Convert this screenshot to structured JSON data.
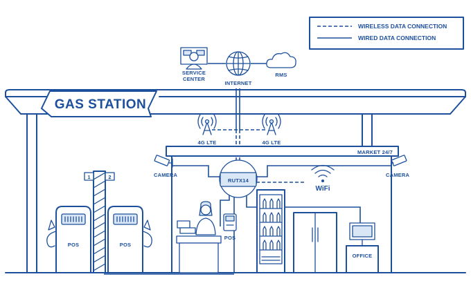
{
  "legend": {
    "wireless": "WIRELESS DATA CONNECTION",
    "wired": "WIRED DATA CONNECTION"
  },
  "labels": {
    "gas_station": "GAS STATION",
    "service_center_line1": "SERVICE",
    "service_center_line2": "CENTER",
    "internet": "INTERNET",
    "rms": "RMS",
    "lte_left": "4G LTE",
    "lte_right": "4G LTE",
    "market": "MARKET 24/7",
    "camera_left": "CAMERA",
    "camera_right": "CAMERA",
    "router": "RUTX14",
    "wifi": "WiFi",
    "pos_left": "POS",
    "pos_right": "POS",
    "pos_counter": "POS",
    "office": "OFFICE",
    "pump_1": "1",
    "pump_2": "2"
  },
  "colors": {
    "primary": "#1c4f9c",
    "light": "#d9e6f5",
    "background": "#ffffff"
  }
}
